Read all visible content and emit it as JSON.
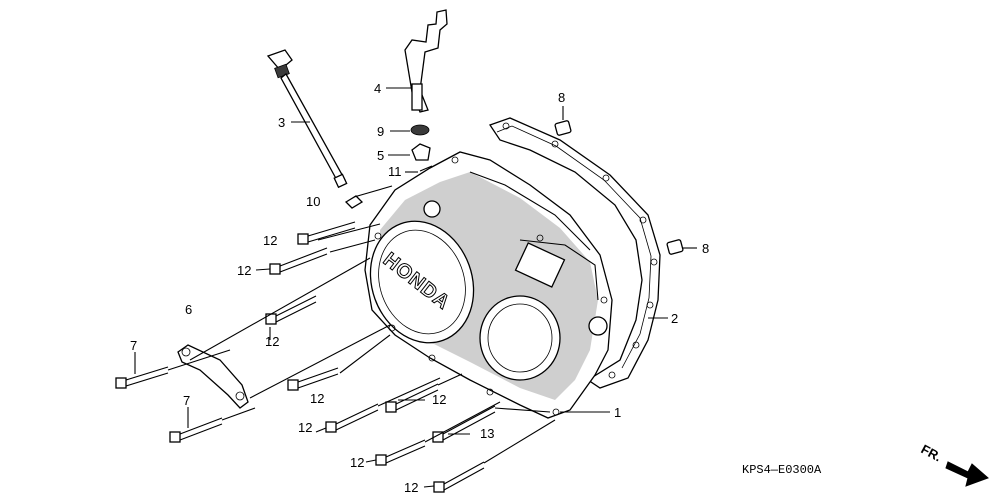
{
  "callouts": {
    "c1": "1",
    "c2": "2",
    "c3": "3",
    "c4": "4",
    "c5": "5",
    "c6": "6",
    "c7a": "7",
    "c7b": "7",
    "c8a": "8",
    "c8b": "8",
    "c9": "9",
    "c10": "10",
    "c11": "11",
    "c13": "13",
    "c12a": "12",
    "c12b": "12",
    "c12c": "12",
    "c12d": "12",
    "c12e": "12",
    "c12f": "12",
    "c12g": "12",
    "c12h": "12"
  },
  "brand_on_cover": "HONDA",
  "diagram_code": "KPS4—E0300A",
  "front_arrow": "FR."
}
